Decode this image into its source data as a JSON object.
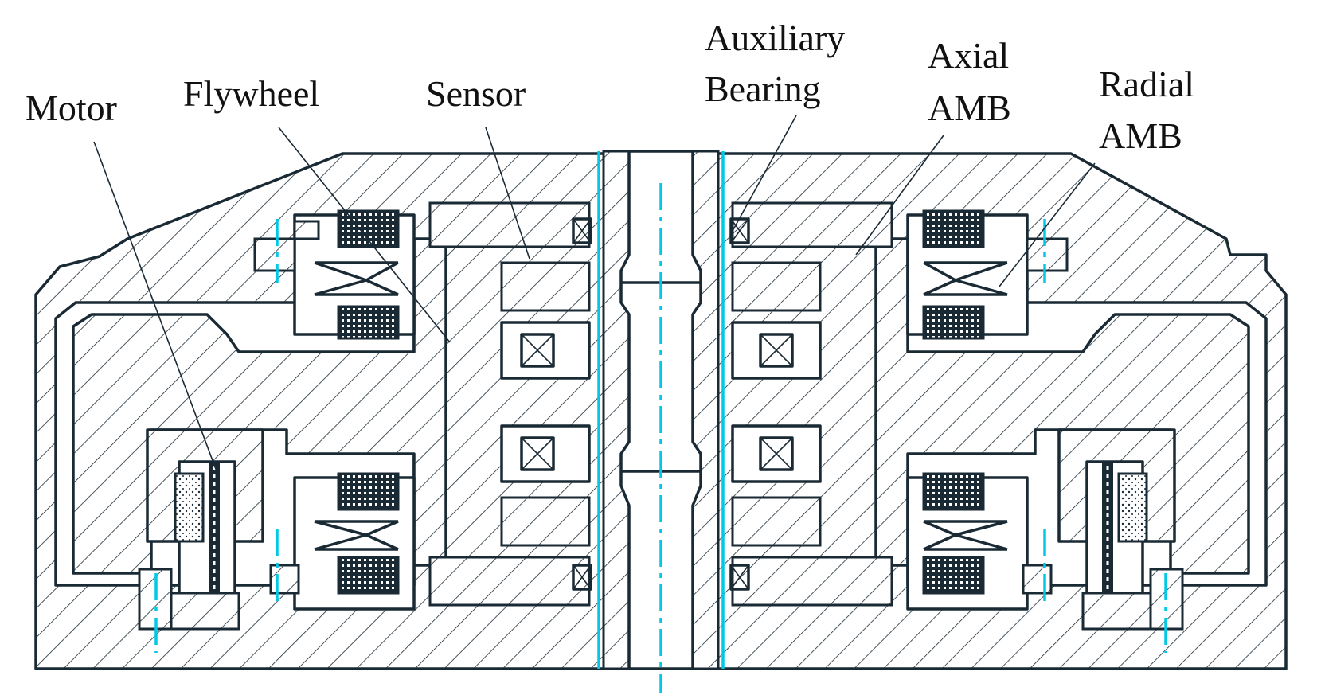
{
  "labels": {
    "motor": "Motor",
    "flywheel": "Flywheel",
    "sensor": "Sensor",
    "auxiliary_bearing_line1": "Auxiliary",
    "auxiliary_bearing_line2": "Bearing",
    "axial_amb_line1": "Axial",
    "axial_amb_line2": "AMB",
    "radial_amb_line1": "Radial",
    "radial_amb_line2": "AMB"
  },
  "colors": {
    "outline": "#1a2a35",
    "centerline": "#00c8e6",
    "label_text": "#111111"
  }
}
